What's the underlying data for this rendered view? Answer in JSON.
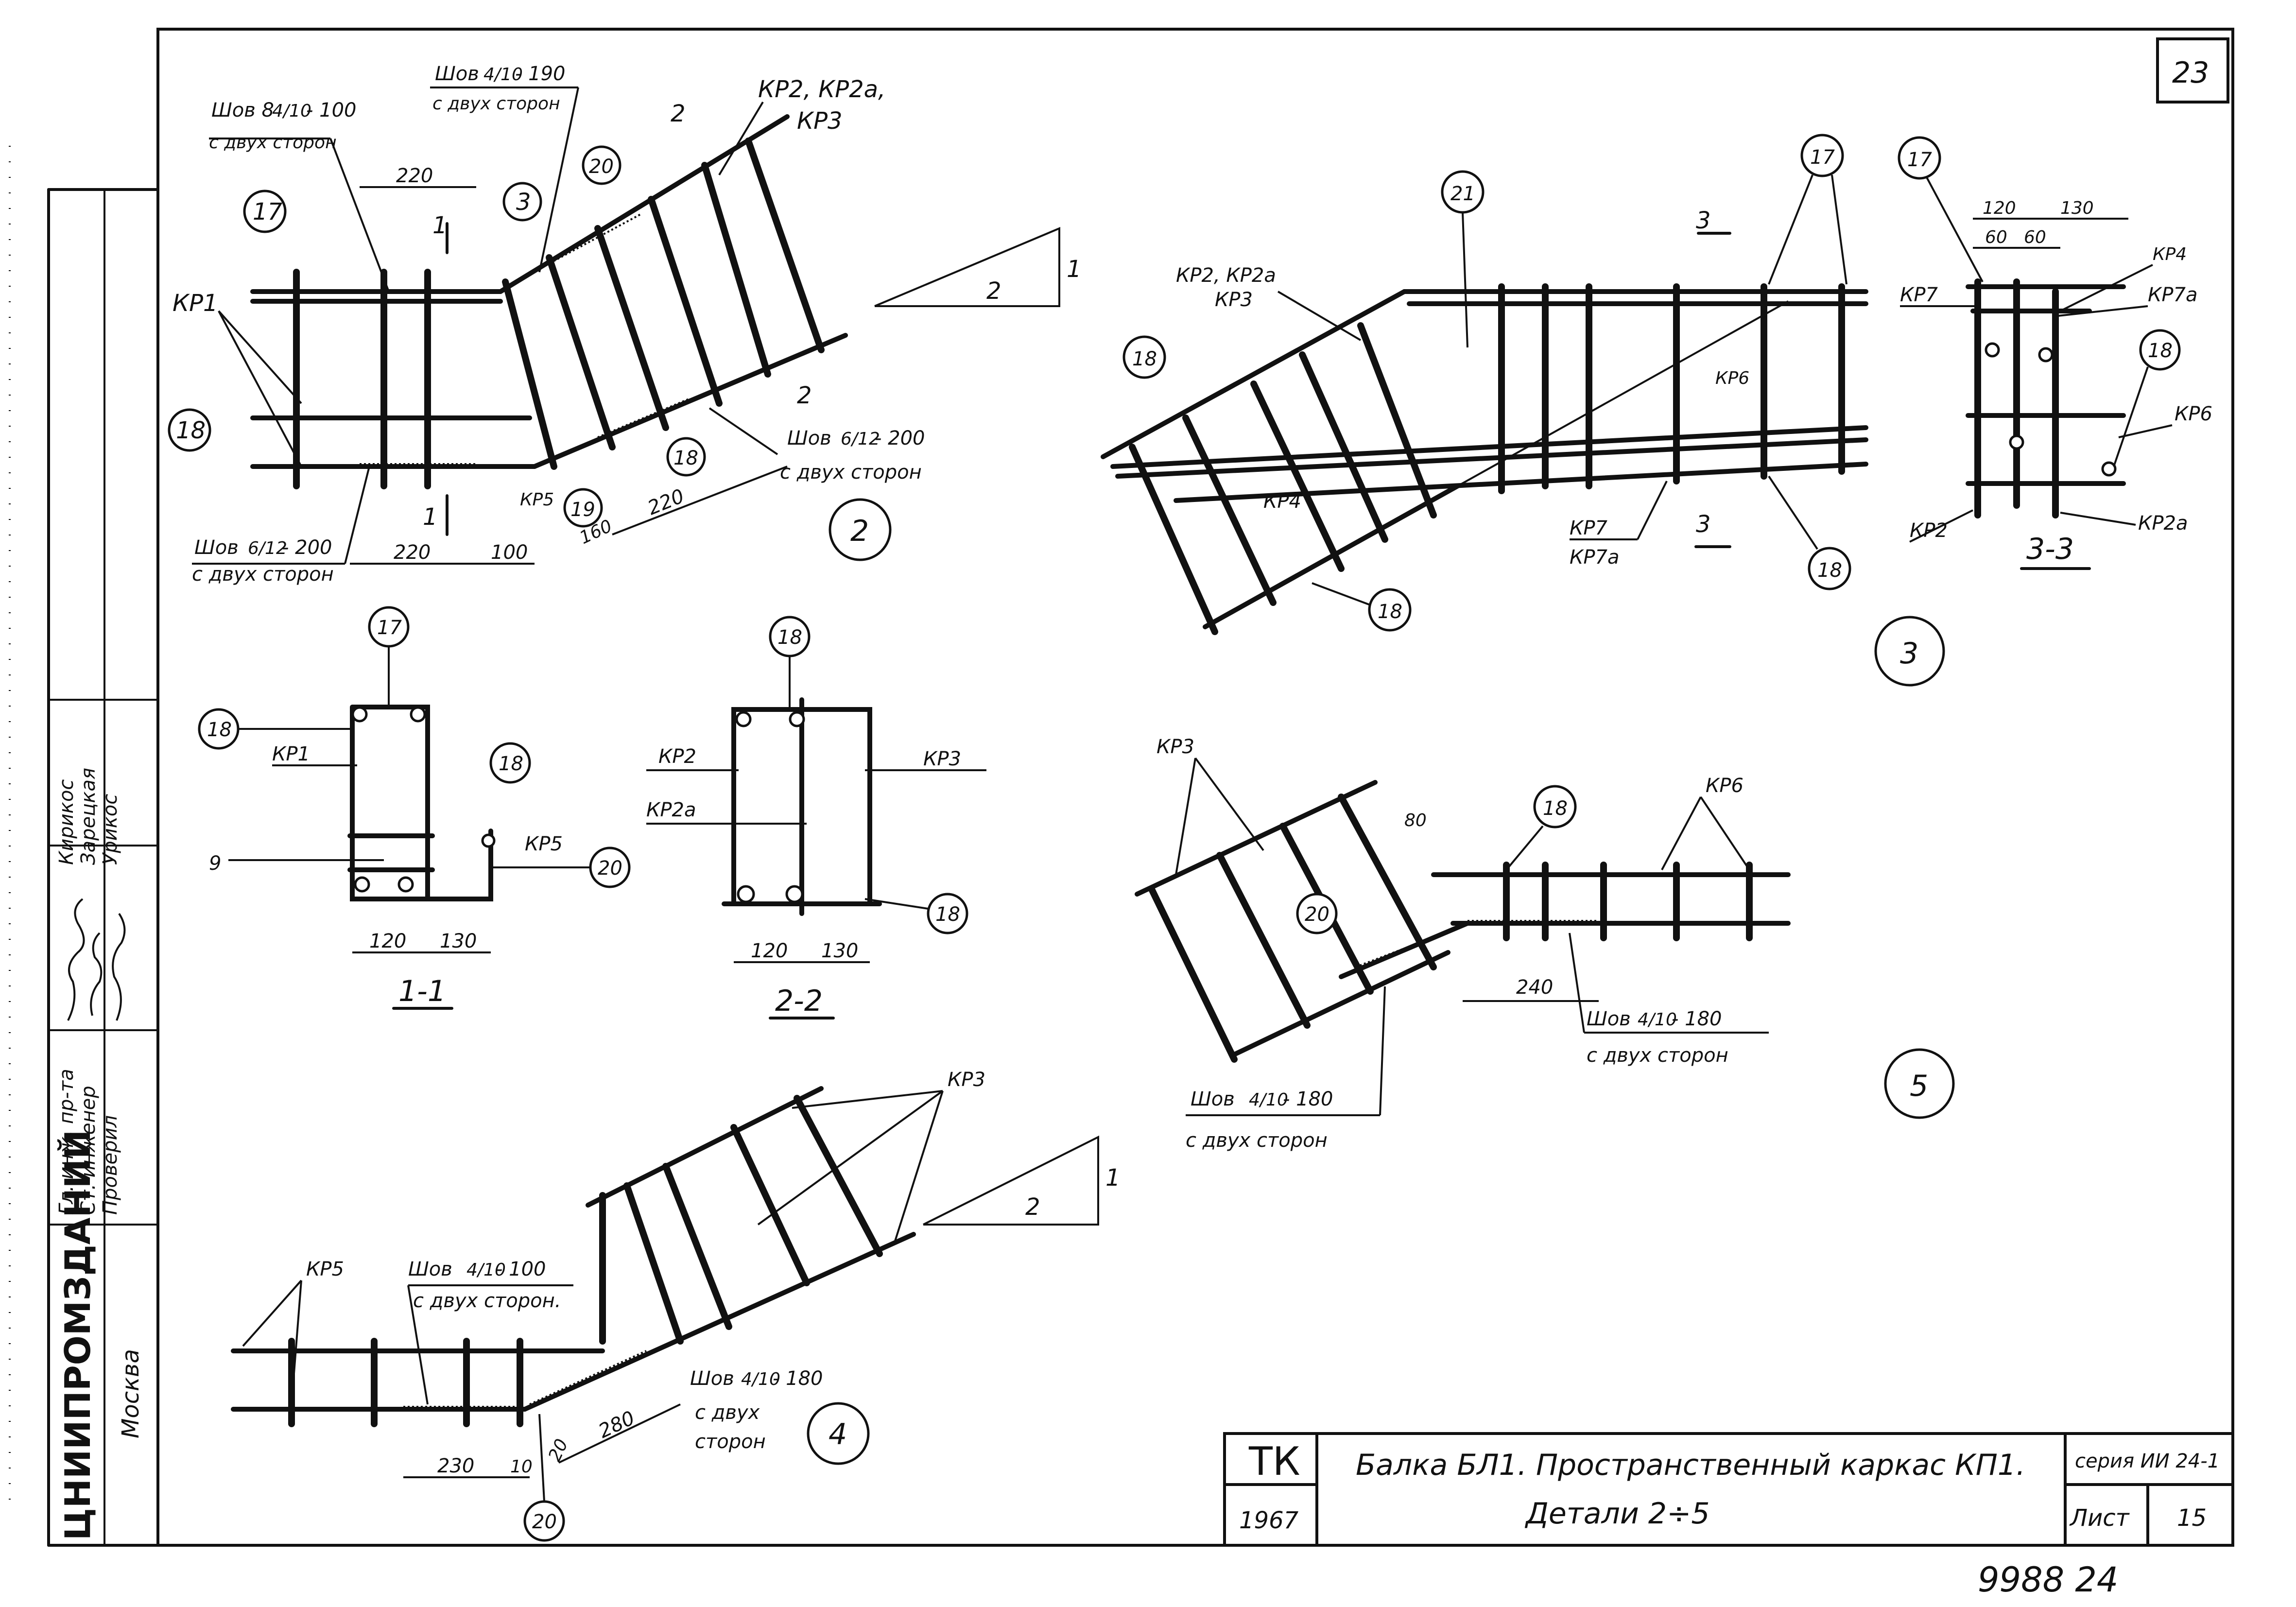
{
  "sheet": {
    "number": "23",
    "org": "ЦНИИПРОМЗДАНИЙ",
    "city": "Москва",
    "stamp": "ТК",
    "year": "1967",
    "title_line1": "Балка БЛ1. Пространственный каркас КП1.",
    "title_line2": "Детали 2÷5",
    "series": "серия ИИ 24-1",
    "sheet_label": "Лист",
    "sheet_no": "15",
    "archive_no": "9988 24"
  },
  "sidebar": {
    "roles": [
      "Гл. инж. пр-та",
      "Ст. инженер",
      "Проверил"
    ],
    "names": [
      "Кирикос",
      "Зарецкая",
      "Урикос"
    ]
  },
  "det2": {
    "num": "2",
    "kp1": "КР1",
    "kp5": "КР5",
    "kp2": "КР2, КР2а,",
    "kp3": "КР3",
    "n17": "17",
    "n18a": "18",
    "n3": "3",
    "n20": "20",
    "n19": "19",
    "n18b": "18",
    "sec1": "1",
    "sec1b": "1",
    "sec2": "2",
    "sec2b": "2",
    "weld1_top": "Шов 8",
    "weld1_frac": "4/10",
    "weld1_len": "- 100",
    "weld1_note": "с двух сторон",
    "weld2_top": "Шов",
    "weld2_frac": "4/10",
    "weld2_len": "- 190",
    "weld2_note": "с двух сторон",
    "weld3_top": "Шов",
    "weld3_frac": "6/12",
    "weld3_len": "- 200",
    "weld3_note": "с двух сторон",
    "weld4_top": "Шов",
    "weld4_frac": "6/12",
    "weld4_len": "- 200",
    "weld4_note": "с двух сторон",
    "dim220a": "220",
    "dim220b": "220",
    "dim100": "100",
    "dim160": "160",
    "dim220c": "220",
    "slope1": "1",
    "slope2": "2"
  },
  "sec11": {
    "label": "1-1",
    "n17": "17",
    "n18a": "18",
    "n18b": "18",
    "n9": "9",
    "n20": "20",
    "kp1": "КР1",
    "kp5": "КР5",
    "d120": "120",
    "d130": "130"
  },
  "sec22": {
    "label": "2-2",
    "n18a": "18",
    "n18b": "18",
    "kp2": "КР2",
    "kp2a": "КР2а",
    "kp3": "КР3",
    "d120": "120",
    "d130": "130"
  },
  "det3": {
    "num": "3",
    "kp2": "КР2, КР2а",
    "kp3": "КР3",
    "kp4": "КР4",
    "kp6": "КР6",
    "kp7": "КР7",
    "kp7a": "КР7а",
    "n21": "21",
    "n17": "17",
    "n18a": "18",
    "n18b": "18",
    "n18c": "18",
    "sec3": "3",
    "sec3b": "3"
  },
  "sec33": {
    "label": "3-3",
    "n17": "17",
    "n18": "18",
    "kp7": "КР7",
    "kp4": "КР4",
    "kp7a": "КР7а",
    "kp6": "КР6",
    "kp2": "КР2",
    "kp2a": "КР2а",
    "d120": "120",
    "d130": "130",
    "d60a": "60",
    "d60b": "60"
  },
  "det4": {
    "num": "4",
    "kp5": "КР5",
    "kp3": "КР3",
    "n20": "20",
    "weld1_top": "Шов",
    "weld1_frac": "4/10",
    "weld1_len": "- 100",
    "weld1_note": "с двух сторон.",
    "weld2_top": "Шов",
    "weld2_frac": "4/10",
    "weld2_len": "- 180",
    "weld2_note1": "с двух",
    "weld2_note2": "сторон",
    "d230": "230",
    "d10": "10",
    "d20": "20",
    "d280": "280",
    "slope1": "1",
    "slope2": "2"
  },
  "det5": {
    "num": "5",
    "kp3": "КР3",
    "kp6": "КР6",
    "n18": "18",
    "n20": "20",
    "d80": "80",
    "d240": "240",
    "weld1_top": "Шов",
    "weld1_frac": "4/10",
    "weld1_len": "- 180",
    "weld1_note": "с двух сторон",
    "weld2_top": "Шов",
    "weld2_frac": "4/10",
    "weld2_len": "- 180",
    "weld2_note": "с двух сторон"
  }
}
